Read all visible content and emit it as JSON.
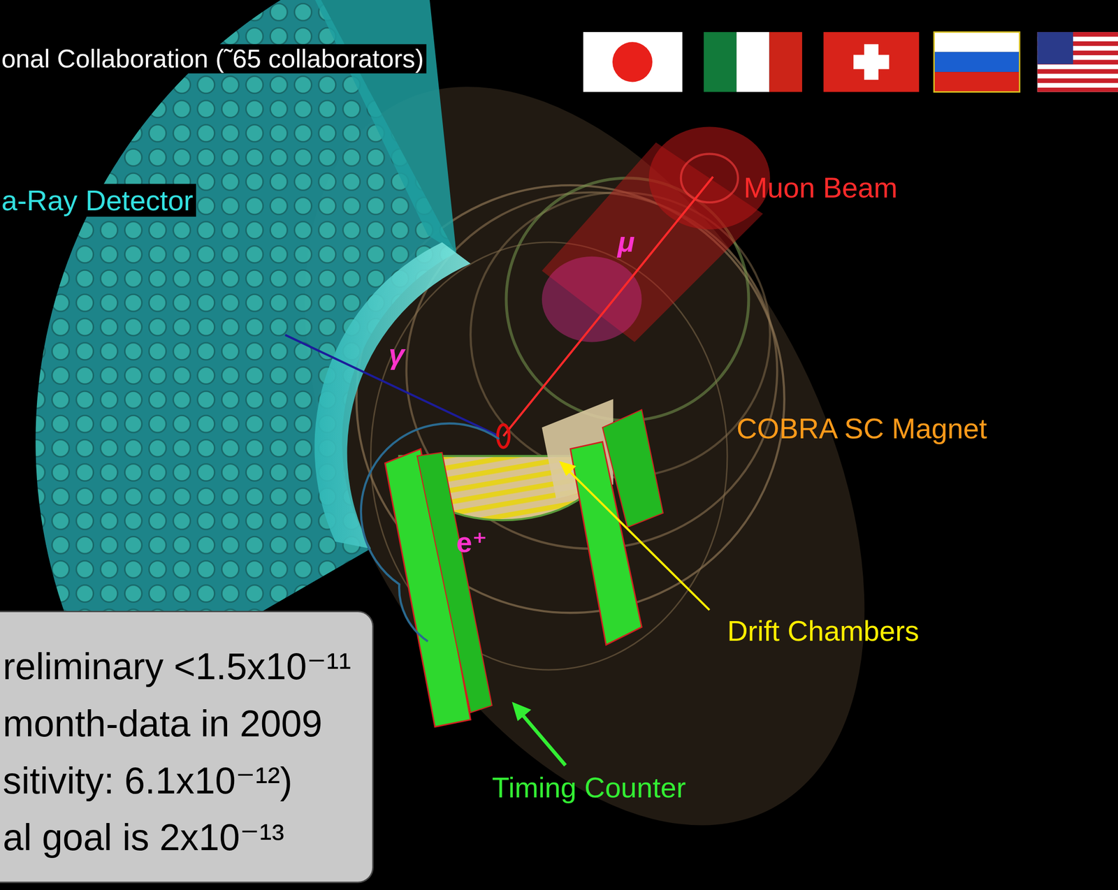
{
  "diagram": {
    "nodes": [
      {
        "text": [
          "reliminary <1.5x10⁻¹¹",
          "month-data in 2009",
          "sitivity: 6.1x10⁻¹²)",
          "al goal is 2x10⁻¹³"
        ]
      }
    ],
    "labels": [
      "onal Collaboration (˜65 collaborators)",
      "a-Ray Detector",
      "Muon Beam",
      "μ",
      "γ",
      "COBRA SC Magnet",
      "Drift Chambers",
      "Timing Counter",
      "e⁺"
    ]
  }
}
